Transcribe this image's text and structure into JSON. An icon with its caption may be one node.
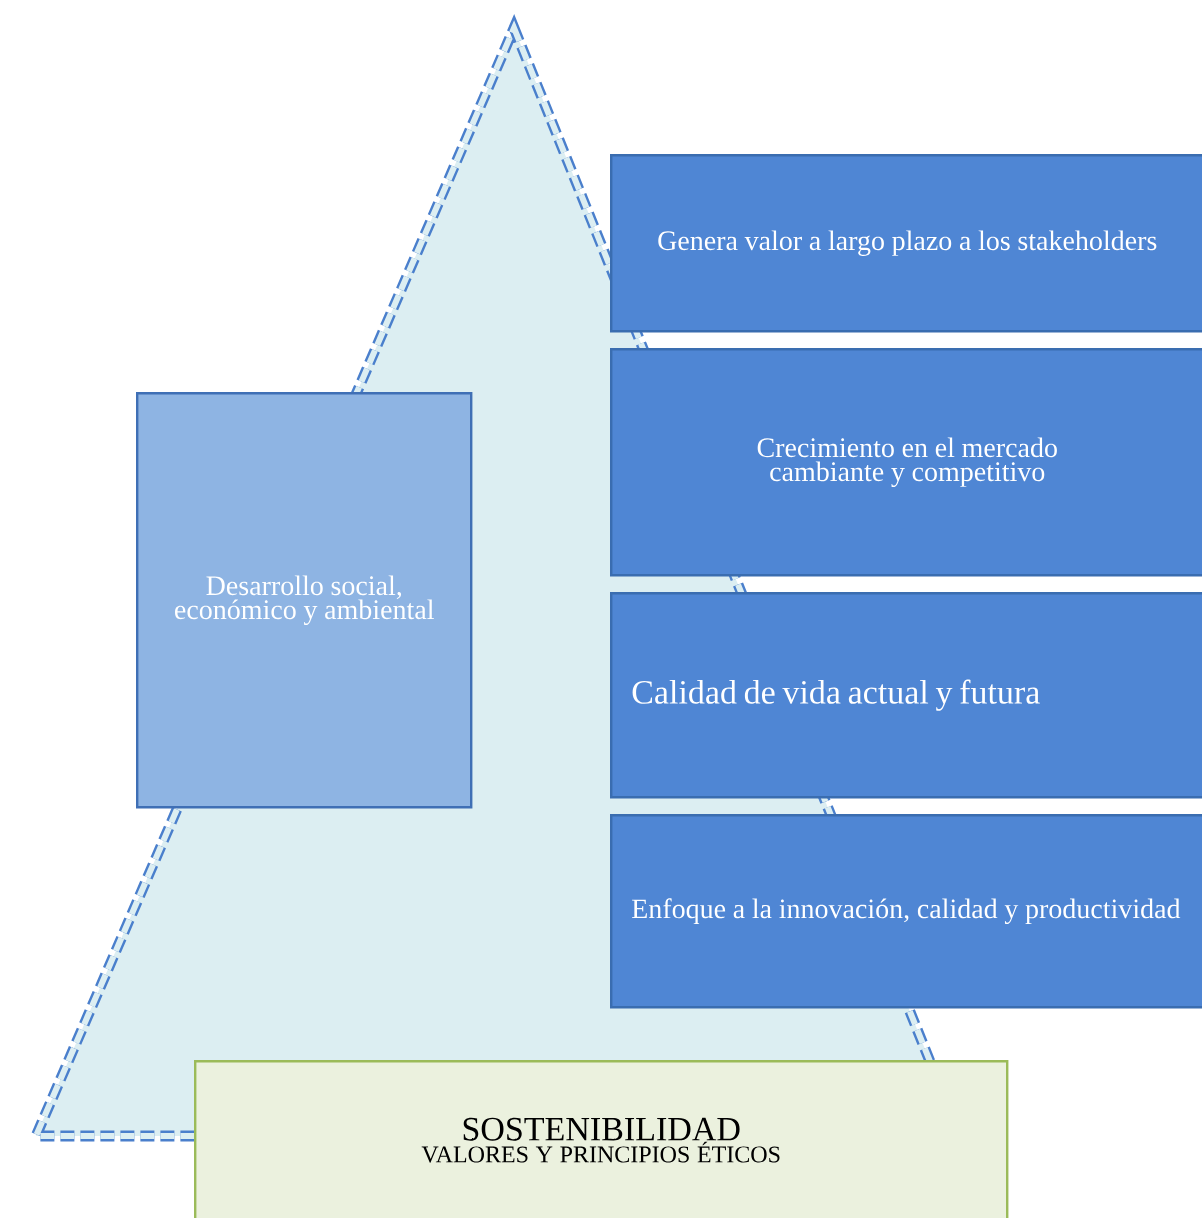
{
  "diagram": {
    "nodes": [
      {
        "text": [
          "Desarrollo social, económico y ambiental"
        ]
      },
      {
        "text": [
          "Genera valor a largo plazo a los stakeholders"
        ]
      },
      {
        "text": [
          "Crecimiento en el mercado cambiante y competitivo"
        ]
      },
      {
        "text": [
          "Calidad de vida actual y futura"
        ]
      },
      {
        "text": [
          "Enfoque a la innovación, calidad y productividad"
        ]
      },
      {
        "text": [
          "SOSTENIBILIDAD",
          "VALORES Y PRINCIPIOS ÉTICOS"
        ]
      }
    ]
  }
}
